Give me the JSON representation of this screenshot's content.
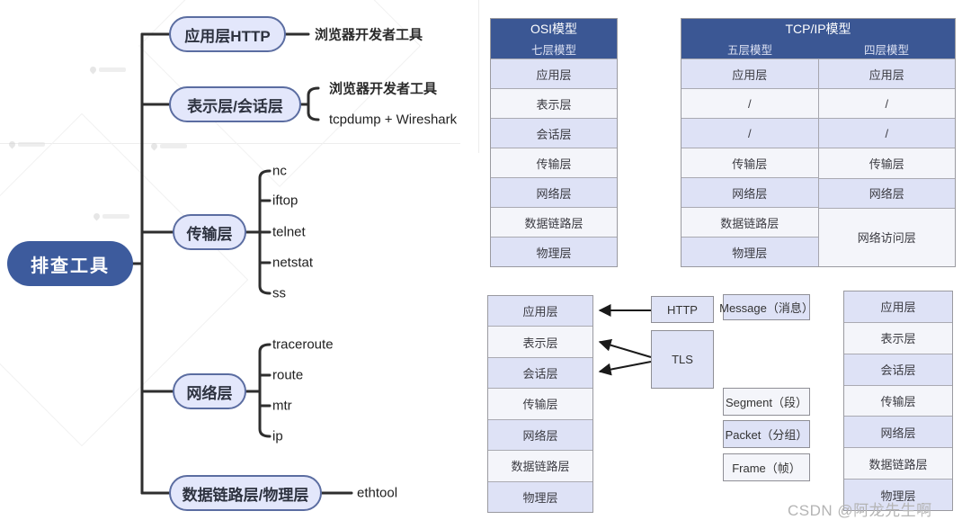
{
  "mindmap": {
    "root_label": "排查工具",
    "branches": [
      {
        "label": "应用层HTTP",
        "children": [
          "浏览器开发者工具"
        ]
      },
      {
        "label": "表示层/会话层",
        "children": [
          "浏览器开发者工具",
          "tcpdump + Wireshark"
        ]
      },
      {
        "label": "传输层",
        "children": [
          "nc",
          "iftop",
          "telnet",
          "netstat",
          "ss"
        ]
      },
      {
        "label": "网络层",
        "children": [
          "traceroute",
          "route",
          "mtr",
          "ip"
        ]
      },
      {
        "label": "数据链路层/物理层",
        "children": [
          "ethtool"
        ]
      }
    ]
  },
  "tables": {
    "osi": {
      "title": "OSI模型",
      "subtitle": "七层模型",
      "rows": [
        "应用层",
        "表示层",
        "会话层",
        "传输层",
        "网络层",
        "数据链路层",
        "物理层"
      ]
    },
    "tcpip": {
      "title": "TCP/IP模型",
      "col_headers": [
        "五层模型",
        "四层模型"
      ],
      "five_layer_rows": [
        "应用层",
        "/",
        "/",
        "传输层",
        "网络层",
        "数据链路层",
        "物理层"
      ],
      "four_layer_rows": [
        "应用层",
        "/",
        "/",
        "传输层",
        "网络层",
        "网络访问层"
      ]
    }
  },
  "encapsulation": {
    "left_stack": [
      "应用层",
      "表示层",
      "会话层",
      "传输层",
      "网络层",
      "数据链路层",
      "物理层"
    ],
    "right_stack": [
      "应用层",
      "表示层",
      "会话层",
      "传输层",
      "网络层",
      "数据链路层",
      "物理层"
    ],
    "protocol_http": "HTTP",
    "protocol_tls": "TLS",
    "units": [
      "Message（消息）",
      "Segment（段）",
      "Packet（分组）",
      "Frame（帧）"
    ]
  },
  "watermark_text": "CSDN @阿龙先生啊",
  "colors": {
    "header_blue": "#3b5794",
    "root_blue": "#3d5b9d",
    "row_lavender": "#dee2f6",
    "row_light": "#f4f5fa"
  }
}
